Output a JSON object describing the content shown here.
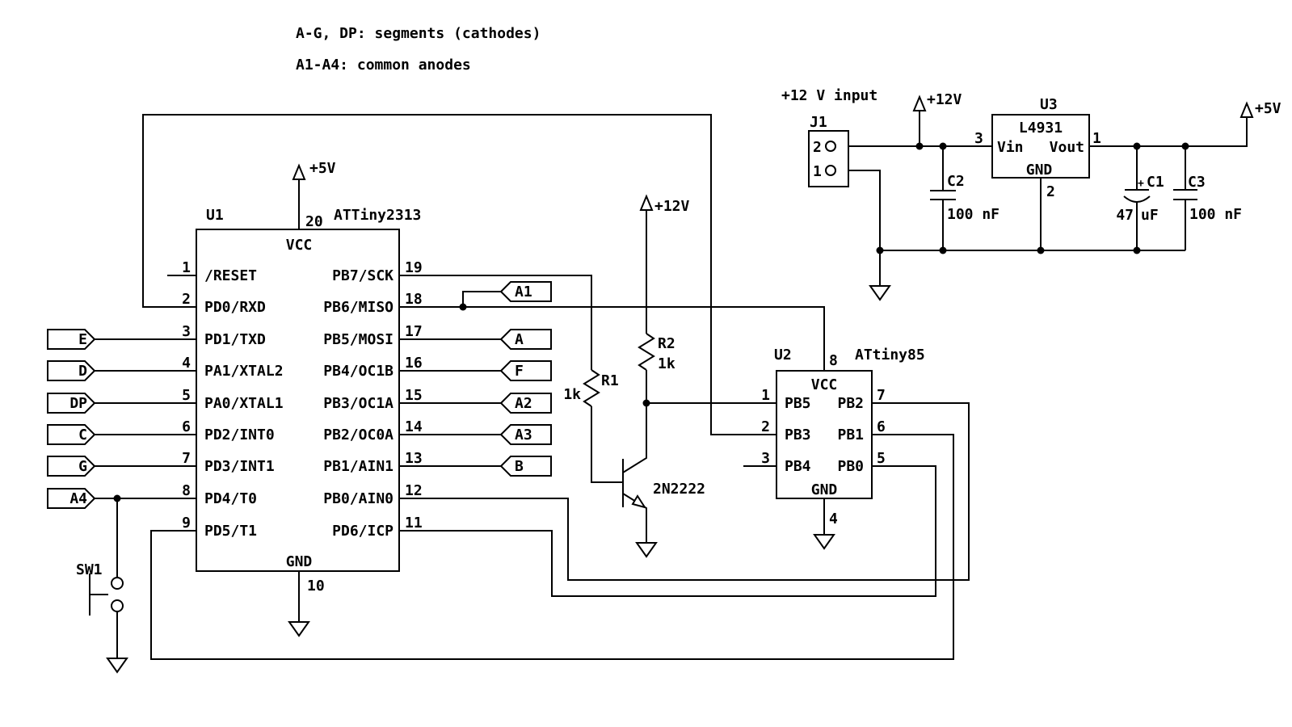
{
  "notes": {
    "line1": "A-G, DP: segments (cathodes)",
    "line2": "A1-A4: common anodes"
  },
  "power": {
    "p5v_u1": "+5V",
    "p5v_out": "+5V",
    "p12v_r2": "+12V",
    "p12v_in": "+12V"
  },
  "u1": {
    "ref": "U1",
    "part": "ATTiny2313",
    "top_pin": {
      "num": "20",
      "name": "VCC"
    },
    "bottom_pin": {
      "num": "10",
      "name": "GND"
    },
    "left_pins": [
      {
        "num": "1",
        "name": "/RESET"
      },
      {
        "num": "2",
        "name": "PD0/RXD"
      },
      {
        "num": "3",
        "name": "PD1/TXD"
      },
      {
        "num": "4",
        "name": "PA1/XTAL2"
      },
      {
        "num": "5",
        "name": "PA0/XTAL1"
      },
      {
        "num": "6",
        "name": "PD2/INT0"
      },
      {
        "num": "7",
        "name": "PD3/INT1"
      },
      {
        "num": "8",
        "name": "PD4/T0"
      },
      {
        "num": "9",
        "name": "PD5/T1"
      }
    ],
    "right_pins": [
      {
        "num": "19",
        "name": "PB7/SCK"
      },
      {
        "num": "18",
        "name": "PB6/MISO"
      },
      {
        "num": "17",
        "name": "PB5/MOSI"
      },
      {
        "num": "16",
        "name": "PB4/OC1B"
      },
      {
        "num": "15",
        "name": "PB3/OC1A"
      },
      {
        "num": "14",
        "name": "PB2/OC0A"
      },
      {
        "num": "13",
        "name": "PB1/AIN1"
      },
      {
        "num": "12",
        "name": "PB0/AIN0"
      },
      {
        "num": "11",
        "name": "PD6/ICP"
      }
    ]
  },
  "u2": {
    "ref": "U2",
    "part": "ATtiny85",
    "top_pin": {
      "num": "8",
      "name": "VCC"
    },
    "bottom_pin": {
      "num": "4",
      "name": "GND"
    },
    "left_pins": [
      {
        "num": "1",
        "name": "PB5"
      },
      {
        "num": "2",
        "name": "PB3"
      },
      {
        "num": "3",
        "name": "PB4"
      }
    ],
    "right_pins": [
      {
        "num": "7",
        "name": "PB2"
      },
      {
        "num": "6",
        "name": "PB1"
      },
      {
        "num": "5",
        "name": "PB0"
      }
    ]
  },
  "u3": {
    "ref": "U3",
    "part": "L4931",
    "left_label": "Vin",
    "right_label": "Vout",
    "bottom_label": "GND",
    "left_pin": "3",
    "right_pin": "1",
    "bottom_pin": "2"
  },
  "j1": {
    "ref": "J1",
    "caption": "+12 V input",
    "pin_top": "2",
    "pin_bottom": "1"
  },
  "flags_left": [
    {
      "label": "E"
    },
    {
      "label": "D"
    },
    {
      "label": "DP"
    },
    {
      "label": "C"
    },
    {
      "label": "G"
    },
    {
      "label": "A4"
    }
  ],
  "flags_right": [
    {
      "label": "A1"
    },
    {
      "label": "A"
    },
    {
      "label": "F"
    },
    {
      "label": "A2"
    },
    {
      "label": "A3"
    },
    {
      "label": "B"
    }
  ],
  "r1": {
    "ref": "R1",
    "value": "1k"
  },
  "r2": {
    "ref": "R2",
    "value": "1k"
  },
  "c1": {
    "ref": "C1",
    "value": "47",
    "unit": "uF",
    "polarity": "+"
  },
  "c2": {
    "ref": "C2",
    "value": "100 nF"
  },
  "c3": {
    "ref": "C3",
    "value": "100 nF"
  },
  "q1": {
    "part": "2N2222"
  },
  "sw1": {
    "ref": "SW1"
  },
  "colors": {
    "ink": "#000000",
    "background": "#ffffff"
  }
}
